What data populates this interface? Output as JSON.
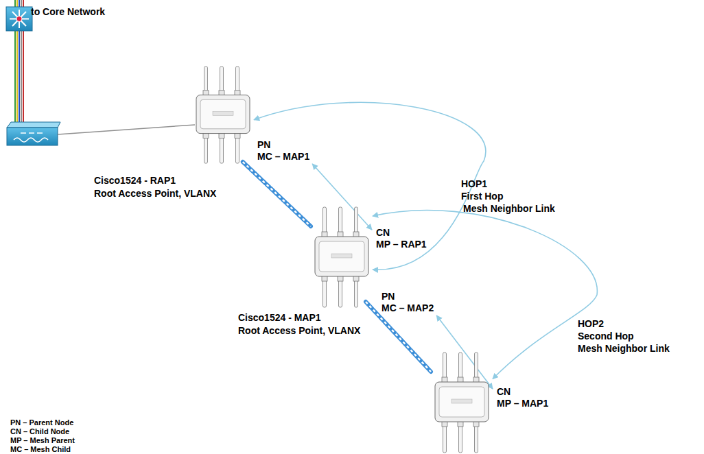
{
  "diagram": {
    "nodes": [
      {
        "text": [
          "PN",
          "MC – MAP1",
          "Cisco1524 - RAP1",
          "Root Access Point, VLANX"
        ]
      },
      {
        "text": [
          "CN",
          "MP – RAP1",
          "PN",
          "MC – MAP2",
          "Cisco1524 - MAP1",
          "Root Access Point, VLANX"
        ]
      },
      {
        "text": [
          "CN",
          "MP – MAP1"
        ]
      }
    ],
    "edges": [
      {
        "from": 0,
        "to": 1,
        "arrow": "none"
      },
      {
        "from": 0,
        "to": 1,
        "arrow": "both"
      },
      {
        "from": 0,
        "to": 1,
        "arrow": "both"
      },
      {
        "from": 1,
        "to": 2,
        "arrow": "none"
      },
      {
        "from": 1,
        "to": 2,
        "arrow": "both"
      },
      {
        "from": 1,
        "to": 2,
        "arrow": "both"
      }
    ],
    "labels": [
      "to Core Network",
      "HOP1",
      "First Hop",
      "Mesh Neighbor Link",
      "HOP2",
      "Second Hop",
      "Mesh Neighbor Link"
    ],
    "legend": [
      {
        "text": "PN – Parent Node"
      },
      {
        "text": "CN – Child Node"
      },
      {
        "text": "MP – Mesh Parent"
      },
      {
        "text": "MC – Mesh Child"
      }
    ]
  }
}
